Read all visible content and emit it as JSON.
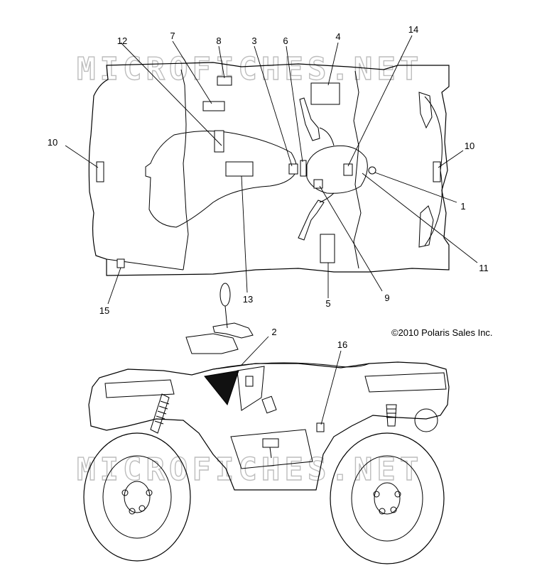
{
  "watermark": "MICROFICHES.NET",
  "copyright": "©2010 Polaris Sales Inc.",
  "callouts": [
    "1",
    "2",
    "3",
    "4",
    "5",
    "6",
    "7",
    "8",
    "9",
    "10",
    "10",
    "11",
    "12",
    "13",
    "14",
    "15",
    "16"
  ]
}
